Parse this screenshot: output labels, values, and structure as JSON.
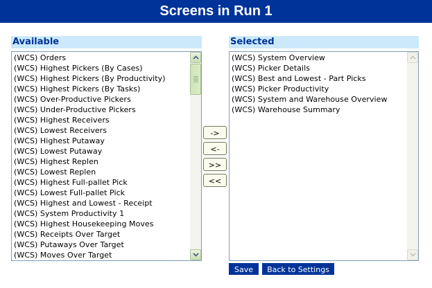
{
  "window": {
    "title": "Screens in Run 1"
  },
  "available": {
    "header": "Available",
    "items": [
      "(WCS) Orders",
      "(WCS) Highest Pickers (By Cases)",
      "(WCS) Highest Pickers (By Productivity)",
      "(WCS) Highest Pickers (By Tasks)",
      "(WCS) Over-Productive Pickers",
      "(WCS) Under-Productive Pickers",
      "(WCS) Highest Receivers",
      "(WCS) Lowest Receivers",
      "(WCS) Highest Putaway",
      "(WCS) Lowest Putaway",
      "(WCS) Highest Replen",
      "(WCS) Lowest Replen",
      "(WCS) Highest Full-pallet Pick",
      "(WCS) Lowest Full-pallet Pick",
      "(WCS) Highest and Lowest - Receipt",
      "(WCS) System Productivity 1",
      "(WCS) Highest Housekeeping Moves",
      "(WCS) Receipts Over Target",
      "(WCS) Putaways Over Target",
      "(WCS) Moves Over Target"
    ]
  },
  "selected": {
    "header": "Selected",
    "items": [
      "(WCS) System Overview",
      "(WCS) Picker Details",
      "(WCS) Best and Lowest - Part Picks",
      "(WCS) Picker Productivity",
      "(WCS) System and Warehouse Overview",
      "(WCS) Warehouse Summary"
    ]
  },
  "move_buttons": {
    "add": "->",
    "remove": "<-",
    "add_all": ">>",
    "remove_all": "<<"
  },
  "actions": {
    "save": "Save",
    "back": "Back to Settings"
  },
  "colors": {
    "title_bg": "#003399",
    "header_bg": "#cce9fb",
    "header_text": "#003399",
    "button_bg": "#003399"
  },
  "icons": {
    "scroll_up": "chevron-up-icon",
    "scroll_down": "chevron-down-icon"
  }
}
